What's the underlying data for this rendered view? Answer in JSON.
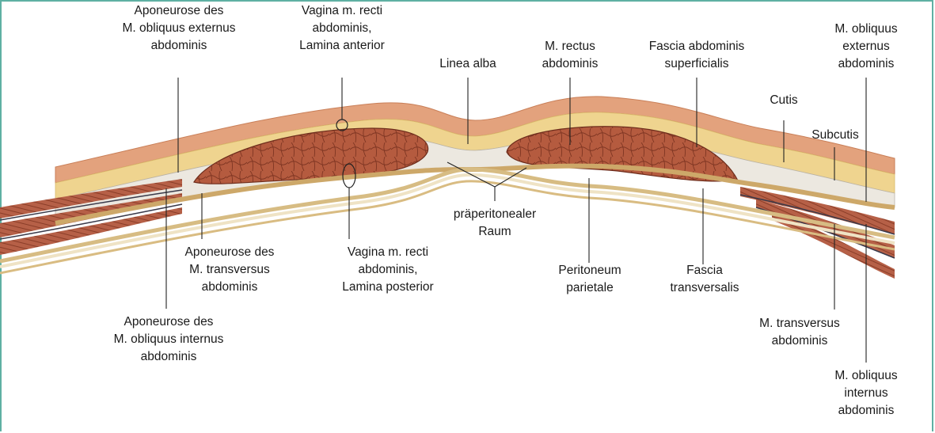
{
  "figure": {
    "colors": {
      "frame": "#5fb0a3",
      "skin": "#e6a07a",
      "subcutis": "#f0d58c",
      "fascia": "#ebe7df",
      "muscle": "#b25a3e",
      "peritoneum": "#d9c08a",
      "leader": "#222222"
    },
    "labels": {
      "apo_obl_ext": [
        "Aponeurose des",
        "M. obliquus externus",
        "abdominis"
      ],
      "vagina_anterior": [
        "Vagina m. recti",
        "abdominis,",
        "Lamina anterior"
      ],
      "linea_alba": [
        "Linea alba"
      ],
      "rectus": [
        "M. rectus",
        "abdominis"
      ],
      "fascia_superficialis": [
        "Fascia abdominis",
        "superficialis"
      ],
      "obl_ext": [
        "M. obliquus",
        "externus",
        "abdominis"
      ],
      "cutis": [
        "Cutis"
      ],
      "subcutis": [
        "Subcutis"
      ],
      "praeperitoneal": [
        "präperitonealer",
        "Raum"
      ],
      "apo_transversus": [
        "Aponeurose des",
        "M. transversus",
        "abdominis"
      ],
      "vagina_posterior": [
        "Vagina m. recti",
        "abdominis,",
        "Lamina posterior"
      ],
      "peritoneum": [
        "Peritoneum",
        "parietale"
      ],
      "fascia_transversalis": [
        "Fascia",
        "transversalis"
      ],
      "apo_obl_int": [
        "Aponeurose des",
        "M. obliquus internus",
        "abdominis"
      ],
      "transversus": [
        "M. transversus",
        "abdominis"
      ],
      "obl_int": [
        "M. obliquus",
        "internus",
        "abdominis"
      ]
    }
  }
}
